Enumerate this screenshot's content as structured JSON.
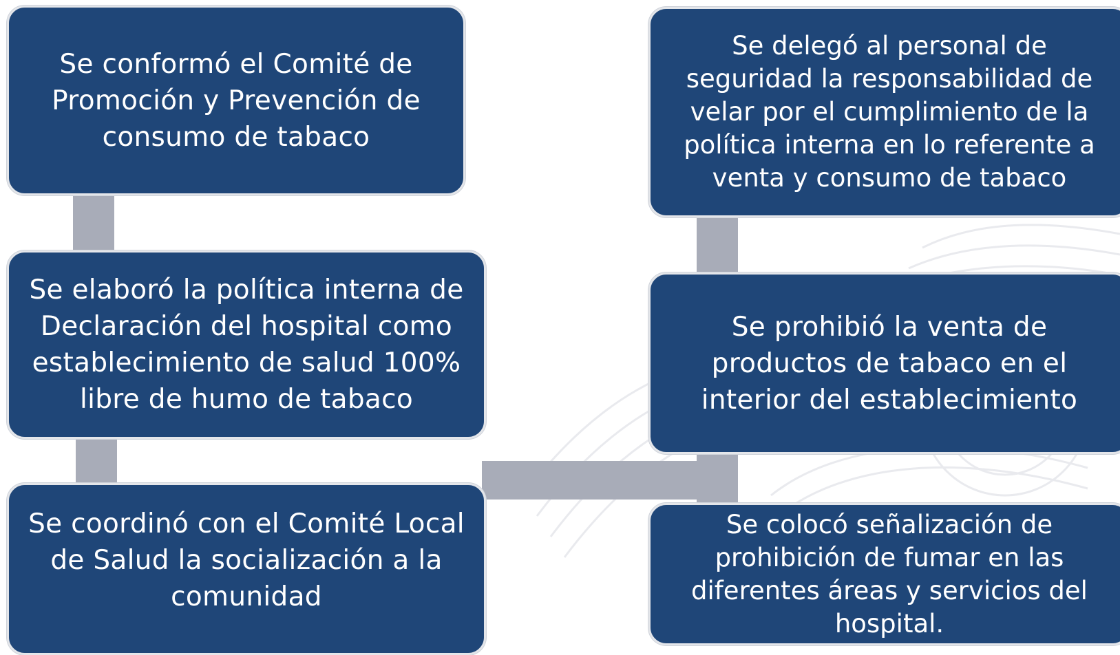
{
  "diagram": {
    "nodes": [
      {
        "id": "b1",
        "text": "Se conformó el Comité de Promoción y Prevención de consumo de tabaco"
      },
      {
        "id": "b2",
        "text": "Se elaboró la política interna de Declaración del hospital como establecimiento de salud 100% libre de humo de tabaco"
      },
      {
        "id": "b3",
        "text": "Se coordinó con el Comité Local de Salud la socialización a la comunidad"
      },
      {
        "id": "b4",
        "text": "Se delegó al personal de seguridad la responsabilidad de velar por el cumplimiento de la política interna en lo referente a venta y consumo de tabaco"
      },
      {
        "id": "b5",
        "text": "Se prohibió la venta de productos de tabaco en el interior del establecimiento"
      },
      {
        "id": "b6",
        "text": "Se colocó señalización de prohibición de fumar en las diferentes áreas y servicios del hospital."
      }
    ],
    "edges": [
      {
        "from": "b1",
        "to": "b2"
      },
      {
        "from": "b2",
        "to": "b3"
      },
      {
        "from": "b3",
        "to": "b6"
      },
      {
        "from": "b6",
        "to": "b5"
      },
      {
        "from": "b5",
        "to": "b4"
      }
    ],
    "colors": {
      "box_fill": "#1f4678",
      "connector": "#a8acb8",
      "text": "#ffffff"
    }
  }
}
